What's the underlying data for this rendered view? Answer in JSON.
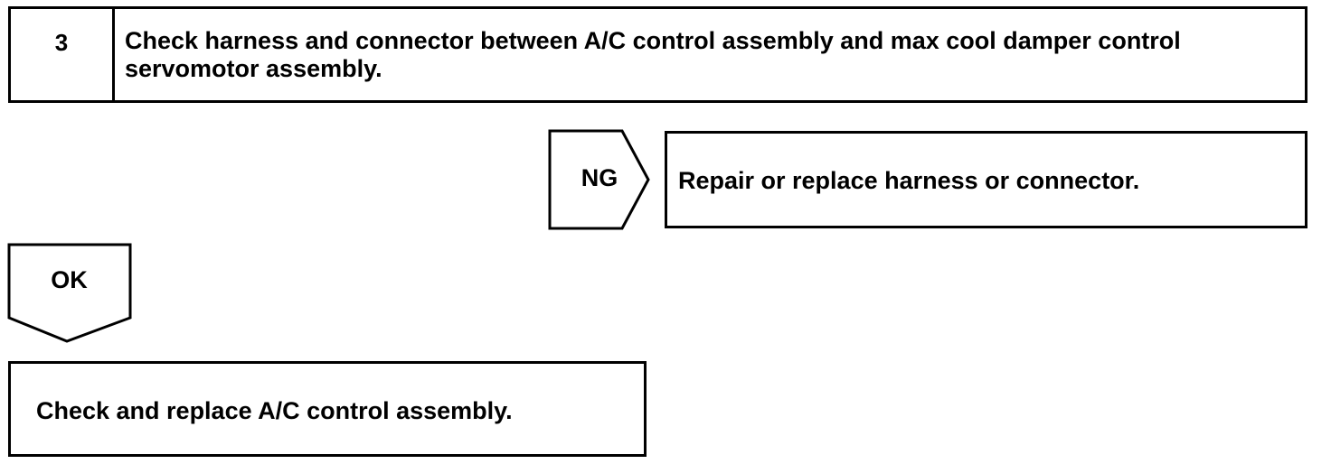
{
  "step": {
    "number": "3",
    "text": "Check harness and connector between A/C control assembly and max cool damper control servomotor assembly."
  },
  "ng_branch": {
    "label": "NG",
    "action": "Repair or replace harness or connector."
  },
  "ok_branch": {
    "label": "OK",
    "action": "Check and replace A/C control assembly."
  }
}
